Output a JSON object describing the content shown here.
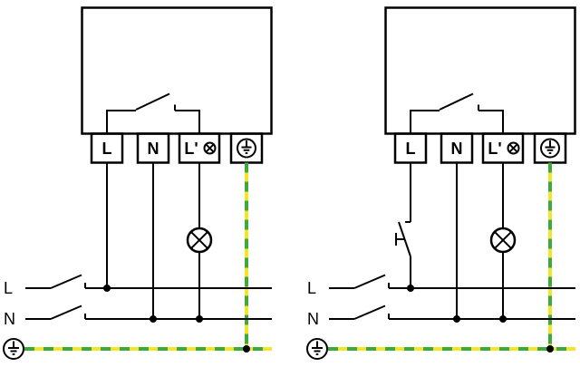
{
  "figure": {
    "description": "Two electrical wiring diagrams of a switching device with terminals, lamp load and protective earth"
  },
  "diagrams": [
    {
      "name": "basic-wiring",
      "terminals": {
        "live": "L",
        "neutral": "N",
        "switched_live": "L'"
      },
      "line_labels": {
        "live": "L",
        "neutral": "N"
      },
      "icons": [
        "internal-switch-contact-icon",
        "lamp-terminal-icon",
        "pe-terminal-icon",
        "line-switch-icon",
        "neutral-switch-icon",
        "lamp-icon",
        "earth-icon"
      ]
    },
    {
      "name": "wiring-with-pushbutton",
      "terminals": {
        "live": "L",
        "neutral": "N",
        "switched_live": "L'"
      },
      "line_labels": {
        "live": "L",
        "neutral": "N"
      },
      "icons": [
        "internal-switch-contact-icon",
        "pushbutton-icon",
        "lamp-terminal-icon",
        "pe-terminal-icon",
        "line-switch-icon",
        "neutral-switch-icon",
        "lamp-icon",
        "earth-icon"
      ]
    }
  ],
  "colors": {
    "wire_black": "#000000",
    "earth_yellow": "#f3e52c",
    "earth_green": "#3faa3c",
    "background": "#ffffff"
  }
}
